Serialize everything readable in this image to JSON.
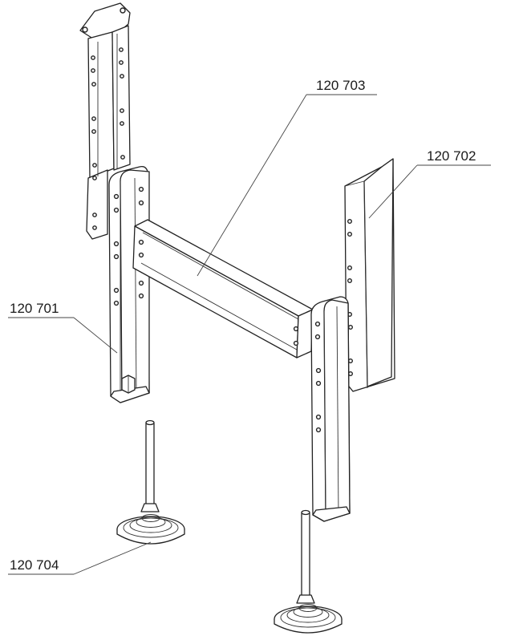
{
  "parts": {
    "p701": {
      "label": "120 701"
    },
    "p702": {
      "label": "120 702"
    },
    "p703": {
      "label": "120 703"
    },
    "p704": {
      "label": "120 704"
    }
  }
}
